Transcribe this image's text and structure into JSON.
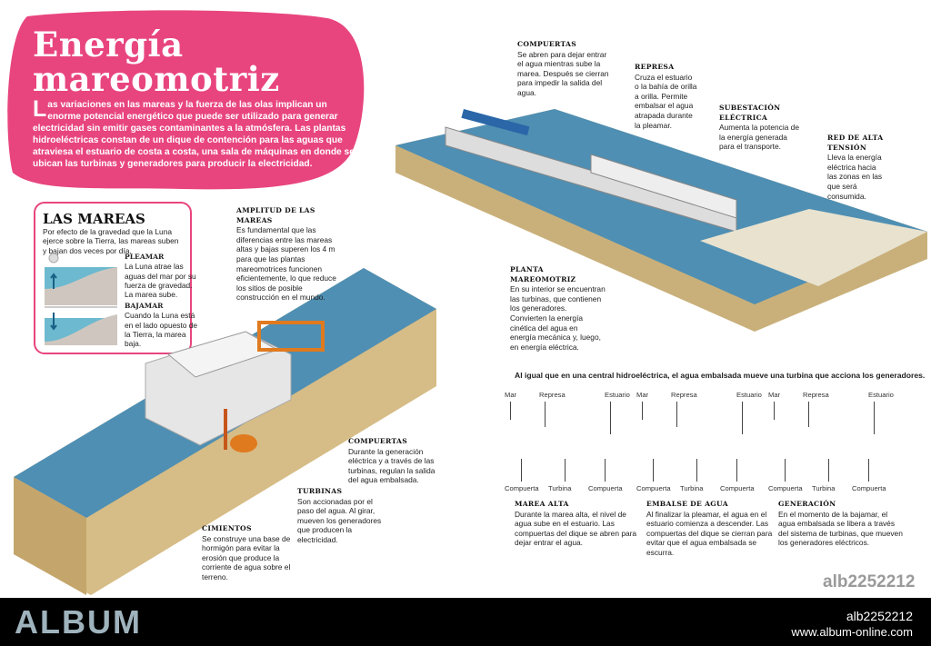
{
  "header": {
    "title_line1": "Energía",
    "title_line2": "mareomotriz",
    "intro_cap": "L",
    "intro": "as variaciones en las mareas y la fuerza de las olas implican un enorme potencial energético que puede ser utilizado para generar electricidad sin emitir gases contaminantes a la atmósfera. Las plantas hidroeléctricas constan de un dique de contención para las aguas que atraviesa el estuario de costa a costa, una sala de máquinas en donde se ubican las turbinas y generadores para producir la electricidad."
  },
  "mareas": {
    "title": "LAS MAREAS",
    "text": "Por efecto de la gravedad que la Luna ejerce sobre la Tierra, las mareas suben y bajan dos veces por día.",
    "pleamar": {
      "title": "PLEAMAR",
      "text": "La Luna atrae las aguas del mar por su fuerza de gravedad. La marea sube."
    },
    "bajamar": {
      "title": "BAJAMAR",
      "text": "Cuando la Luna está en el lado opuesto de la Tierra, la marea baja."
    }
  },
  "left_labels": {
    "amplitud": {
      "title": "AMPLITUD DE LAS MAREAS",
      "text": "Es fundamental que las diferencias entre las mareas altas y bajas superen los 4 m para que las plantas mareomotrices funcionen eficientemente, lo que reduce los sitios de posible construcción en el mundo."
    },
    "compuertas": {
      "title": "COMPUERTAS",
      "text": "Durante la generación eléctrica y a través de las turbinas, regulan la salida del agua embalsada."
    },
    "turbinas": {
      "title": "TURBINAS",
      "text": "Son accionadas por el paso del agua. Al girar, mueven los generadores que producen la electricidad."
    },
    "cimientos": {
      "title": "CIMIENTOS",
      "text": "Se construye una base de hormigón para evitar la erosión que produce la corriente de agua sobre el terreno."
    }
  },
  "right_labels": {
    "compuertas": {
      "title": "COMPUERTAS",
      "text": "Se abren para dejar entrar el agua mientras sube la marea. Después se cierran para impedir la salida del agua."
    },
    "represa": {
      "title": "REPRESA",
      "text": "Cruza el estuario o la bahía de orilla a orilla. Permite embalsar el agua atrapada durante la pleamar."
    },
    "subestacion": {
      "title": "SUBESTACIÓN ELÉCTRICA",
      "text": "Aumenta la potencia de la energía generada para el transporte."
    },
    "red": {
      "title": "RED DE ALTA TENSIÓN",
      "text": "Lleva la energía eléctrica hacia las zonas en las que será consumida."
    },
    "planta": {
      "title": "PLANTA MAREOMOTRIZ",
      "text": "En su interior se encuentran las turbinas, que contienen los generadores. Convierten la energía cinética del agua en energía mecánica y, luego, en energía eléctrica."
    }
  },
  "process": {
    "caption": "Al igual que en una central hidroeléctrica, el agua embalsada mueve una turbina que acciona los generadores.",
    "panels": [
      {
        "top": [
          "Mar",
          "Represa",
          "Estuario"
        ],
        "bottom": [
          "Compuerta",
          "Turbina",
          "Compuerta"
        ],
        "title": "MAREA ALTA",
        "text": "Durante la marea alta, el nivel de agua sube en el estuario. Las compuertas del dique se abren para dejar entrar el agua."
      },
      {
        "top": [
          "Mar",
          "Represa",
          "Estuario"
        ],
        "bottom": [
          "Compuerta",
          "Turbina",
          "Compuerta"
        ],
        "title": "EMBALSE DE AGUA",
        "text": "Al finalizar la pleamar, el agua en el estuario comienza a descender. Las compuertas del dique se cierran para evitar que el agua embalsada se escurra."
      },
      {
        "top": [
          "Mar",
          "Represa",
          "Estuario"
        ],
        "bottom": [
          "Compuerta",
          "Turbina",
          "Compuerta"
        ],
        "title": "GENERACIÓN",
        "text": "En el momento de la bajamar, el agua embalsada se libera a través del sistema de turbinas, que mueven los generadores eléctricos."
      }
    ]
  },
  "image_id": "alb2252212",
  "footer": {
    "logo": "ALBUM",
    "id": "alb2252212",
    "website": "www.album-online.com"
  },
  "colors": {
    "pink": "#e8457e",
    "water": "#4f8fb3",
    "earth": "#d8c08e"
  }
}
